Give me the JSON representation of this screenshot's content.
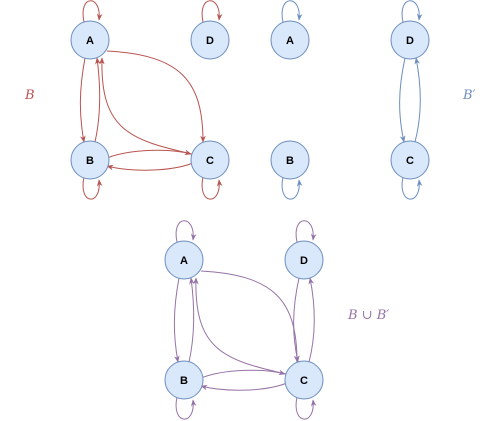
{
  "colors": {
    "red": "#b85450",
    "blue": "#6c8ebf",
    "purple": "#9673a6",
    "node_fill": "#dae8fc",
    "node_stroke": "#6c8ebf"
  },
  "graphs": {
    "B": {
      "label": "B"
    },
    "Bprime": {
      "label": "B′"
    },
    "union": {
      "label": "B ∪ B′"
    }
  },
  "nodes": {
    "A": "A",
    "B": "B",
    "C": "C",
    "D": "D"
  }
}
